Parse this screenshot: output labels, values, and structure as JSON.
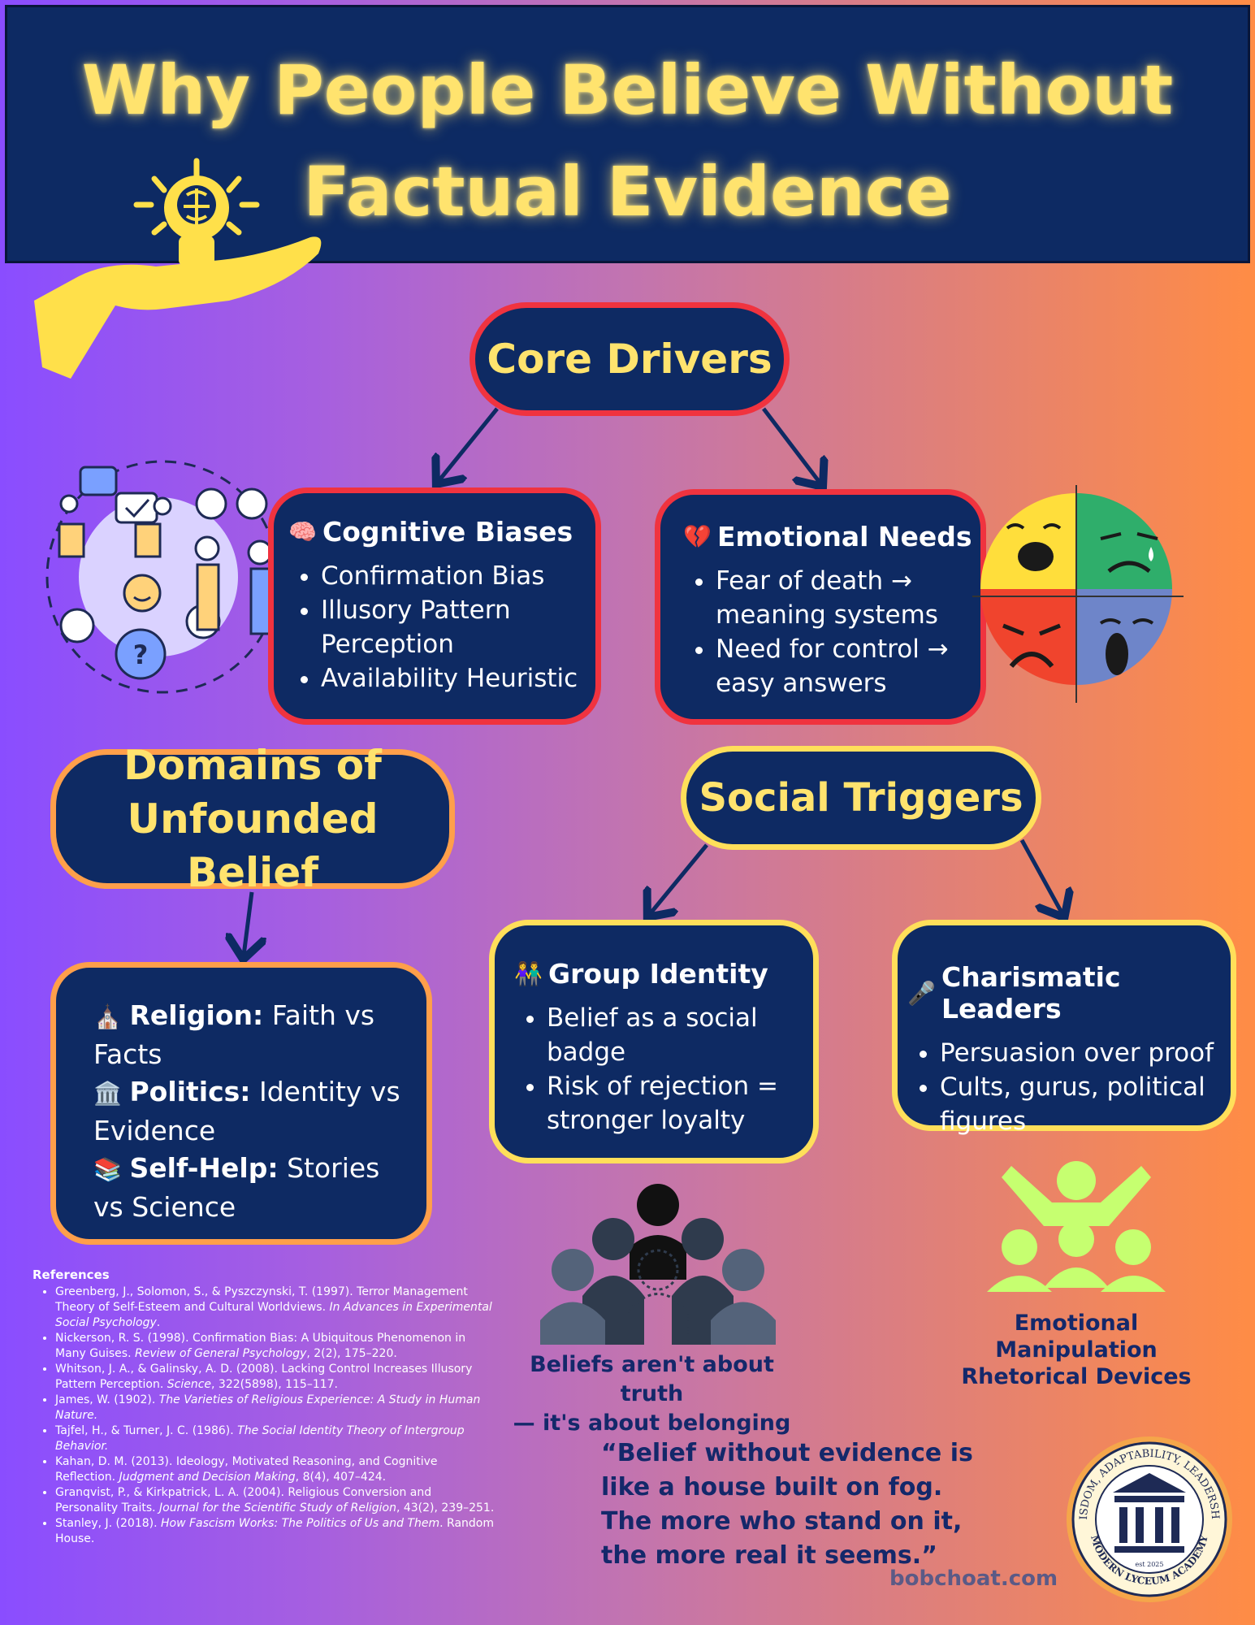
{
  "header": {
    "title_line1": "Why People Believe Without",
    "title_line2": "Factual Evidence"
  },
  "core_drivers": {
    "label": "Core Drivers"
  },
  "cognitive_biases": {
    "emoji": "🧠",
    "title": "Cognitive Biases",
    "items": [
      "Confirmation Bias",
      "Illusory Pattern Perception",
      "Availability Heuristic"
    ]
  },
  "emotional_needs": {
    "emoji": "💔",
    "title": "Emotional Needs",
    "items": [
      "Fear of death → meaning systems",
      "Need for control → easy answers"
    ]
  },
  "domains_pill": {
    "line1": "Domains of",
    "line2": "Unfounded Belief"
  },
  "domains": [
    {
      "emoji": "⛪",
      "label": "Religion:",
      "text": " Faith vs Facts"
    },
    {
      "emoji": "🏛️",
      "label": "Politics:",
      "text": " Identity vs Evidence"
    },
    {
      "emoji": "📚",
      "label": "Self-Help:",
      "text": " Stories vs Science"
    }
  ],
  "social_triggers": {
    "label": "Social Triggers"
  },
  "group_identity": {
    "emoji": "👫",
    "title": "Group Identity",
    "items": [
      "Belief as a social badge",
      "Risk of rejection = stronger loyalty"
    ]
  },
  "charismatic_leaders": {
    "emoji": "🎤",
    "title": "Charismatic Leaders",
    "items": [
      "Persuasion over proof",
      "Cults, gurus, political figures"
    ]
  },
  "caption_belonging": {
    "line1": "Beliefs aren't about truth",
    "line2": "— it's about belonging"
  },
  "caption_manipulation": {
    "line1": "Emotional Manipulation",
    "line2": "Rhetorical Devices"
  },
  "quote": "“Belief without evidence is like a house built on fog. The more who stand on it, the more real it seems.”",
  "website": "bobchoat.com",
  "seal": {
    "arc_text": "WISDOM, ADAPTABILITY, LEADERSHIP",
    "name": "MODERN LYCEUM ACADEMY",
    "est": "est 2025"
  },
  "references": {
    "heading": "References",
    "items": [
      {
        "text": "Greenberg, J., Solomon, S., & Pyszczynski, T. (1997). Terror Management Theory of Self-Esteem and Cultural Worldviews. ",
        "italic": "In Advances in Experimental Social Psychology",
        "tail": "."
      },
      {
        "text": "Nickerson, R. S. (1998). Confirmation Bias: A Ubiquitous Phenomenon in Many Guises. ",
        "italic": "Review of General Psychology",
        "tail": ", 2(2), 175–220."
      },
      {
        "text": "Whitson, J. A., & Galinsky, A. D. (2008). Lacking Control Increases Illusory Pattern Perception. ",
        "italic": "Science",
        "tail": ", 322(5898), 115–117."
      },
      {
        "text": "James, W. (1902). ",
        "italic": "The Varieties of Religious Experience: A Study in Human Nature.",
        "tail": ""
      },
      {
        "text": "Tajfel, H., & Turner, J. C. (1986). ",
        "italic": "The Social Identity Theory of Intergroup Behavior.",
        "tail": ""
      },
      {
        "text": "Kahan, D. M. (2013). Ideology, Motivated Reasoning, and Cognitive Reflection. ",
        "italic": "Judgment and Decision Making",
        "tail": ", 8(4), 407–424."
      },
      {
        "text": "Granqvist, P., & Kirkpatrick, L. A. (2004). Religious Conversion and Personality Traits. ",
        "italic": "Journal for the Scientific Study of Religion",
        "tail": ", 43(2), 239–251."
      },
      {
        "text": "Stanley, J. (2018). ",
        "italic": "How Fascism Works: The Politics of Us and Them",
        "tail": ". Random House."
      }
    ]
  },
  "colors": {
    "navy": "#0e2a63",
    "yellow": "#ffe36e",
    "red_border": "#f0333f",
    "orange_border": "#ff9f4a",
    "yellow_border": "#ffdf5a"
  }
}
